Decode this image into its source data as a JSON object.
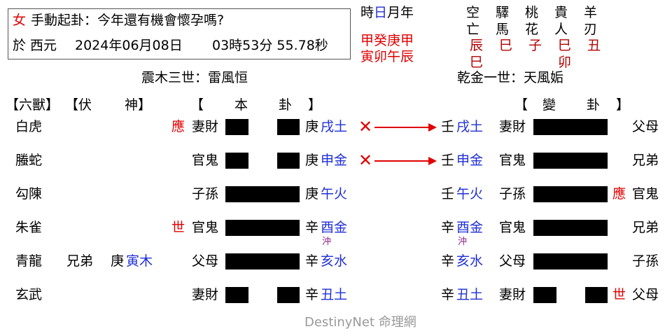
{
  "header": {
    "gender": "女",
    "method_question": "手動起卦：今年還有機會懷孕嗎?",
    "date_prefix": "於 西元",
    "date": "2024年06月08日",
    "time": "03時53分 55.78秒",
    "shi_label_pre": "時",
    "shi_label_mid": "日",
    "shi_label_post": "月年",
    "ganzhi_stems": "甲癸庚甲",
    "ganzhi_branches": "寅卯午辰"
  },
  "shensha": {
    "columns": [
      {
        "label": [
          "空",
          "亡"
        ],
        "values": [
          "辰",
          "巳"
        ]
      },
      {
        "label": [
          "驛",
          "馬"
        ],
        "values": [
          "巳"
        ]
      },
      {
        "label": [
          "桃",
          "花"
        ],
        "values": [
          "子"
        ]
      },
      {
        "label": [
          "貴",
          "人"
        ],
        "values": [
          "巳",
          "卯"
        ]
      },
      {
        "label": [
          "羊",
          "刃"
        ],
        "values": [
          "丑"
        ]
      }
    ]
  },
  "gua": {
    "ben_name": "震木三世：雷風恒",
    "bian_name": "乾金一世：天風姤"
  },
  "column_headers": {
    "liushou": "【六獸】",
    "fushen_open": "【伏",
    "fushen_close": "神】",
    "ben_open": "【",
    "ben_mid1": "本",
    "ben_mid2": "卦",
    "ben_close": "】",
    "bian_open": "【",
    "bian_mid1": "變",
    "bian_mid2": "卦",
    "bian_close": "】"
  },
  "rows": [
    {
      "beast": "白虎",
      "fushen_rel": "",
      "fushen_stem": "",
      "fushen_branch": "",
      "ben_marker": "應",
      "ben_rel": "妻財",
      "ben_yin": true,
      "ben_stem": "庚",
      "ben_branch": "戌土",
      "ben_chong": "",
      "moving": true,
      "bian_stem": "壬",
      "bian_branch": "戌土",
      "bian_chong": "",
      "bian_rel": "妻財",
      "bian_yin": false,
      "bian_marker": "",
      "bian_liuqin": "父母"
    },
    {
      "beast": "螣蛇",
      "fushen_rel": "",
      "fushen_stem": "",
      "fushen_branch": "",
      "ben_marker": "",
      "ben_rel": "官鬼",
      "ben_yin": true,
      "ben_stem": "庚",
      "ben_branch": "申金",
      "ben_chong": "",
      "moving": true,
      "bian_stem": "壬",
      "bian_branch": "申金",
      "bian_chong": "",
      "bian_rel": "官鬼",
      "bian_yin": false,
      "bian_marker": "",
      "bian_liuqin": "兄弟"
    },
    {
      "beast": "勾陳",
      "fushen_rel": "",
      "fushen_stem": "",
      "fushen_branch": "",
      "ben_marker": "",
      "ben_rel": "子孫",
      "ben_yin": false,
      "ben_stem": "庚",
      "ben_branch": "午火",
      "ben_chong": "",
      "moving": false,
      "bian_stem": "壬",
      "bian_branch": "午火",
      "bian_chong": "",
      "bian_rel": "子孫",
      "bian_yin": false,
      "bian_marker": "應",
      "bian_liuqin": "官鬼"
    },
    {
      "beast": "朱雀",
      "fushen_rel": "",
      "fushen_stem": "",
      "fushen_branch": "",
      "ben_marker": "世",
      "ben_rel": "官鬼",
      "ben_yin": false,
      "ben_stem": "辛",
      "ben_branch": "酉金",
      "ben_chong": "沖",
      "moving": false,
      "bian_stem": "辛",
      "bian_branch": "酉金",
      "bian_chong": "沖",
      "bian_rel": "官鬼",
      "bian_yin": false,
      "bian_marker": "",
      "bian_liuqin": "兄弟"
    },
    {
      "beast": "青龍",
      "fushen_rel": "兄弟",
      "fushen_stem": "庚",
      "fushen_branch": "寅木",
      "ben_marker": "",
      "ben_rel": "父母",
      "ben_yin": false,
      "ben_stem": "辛",
      "ben_branch": "亥水",
      "ben_chong": "",
      "moving": false,
      "bian_stem": "辛",
      "bian_branch": "亥水",
      "bian_chong": "",
      "bian_rel": "父母",
      "bian_yin": false,
      "bian_marker": "",
      "bian_liuqin": "子孫"
    },
    {
      "beast": "玄武",
      "fushen_rel": "",
      "fushen_stem": "",
      "fushen_branch": "",
      "ben_marker": "",
      "ben_rel": "妻財",
      "ben_yin": true,
      "ben_stem": "辛",
      "ben_branch": "丑土",
      "ben_chong": "",
      "moving": false,
      "bian_stem": "辛",
      "bian_branch": "丑土",
      "bian_chong": "",
      "bian_rel": "妻財",
      "bian_yin": true,
      "bian_marker": "世",
      "bian_liuqin": "父母"
    }
  ],
  "footer": "DestinyNet 命理網",
  "colors": {
    "red": "#e00000",
    "blue": "#1f2fd6",
    "purple": "#8a2082",
    "dark_red": "#b00000"
  },
  "icons": {
    "moving_line": "x-mark-icon",
    "transform_arrow": "arrow-right-icon"
  }
}
